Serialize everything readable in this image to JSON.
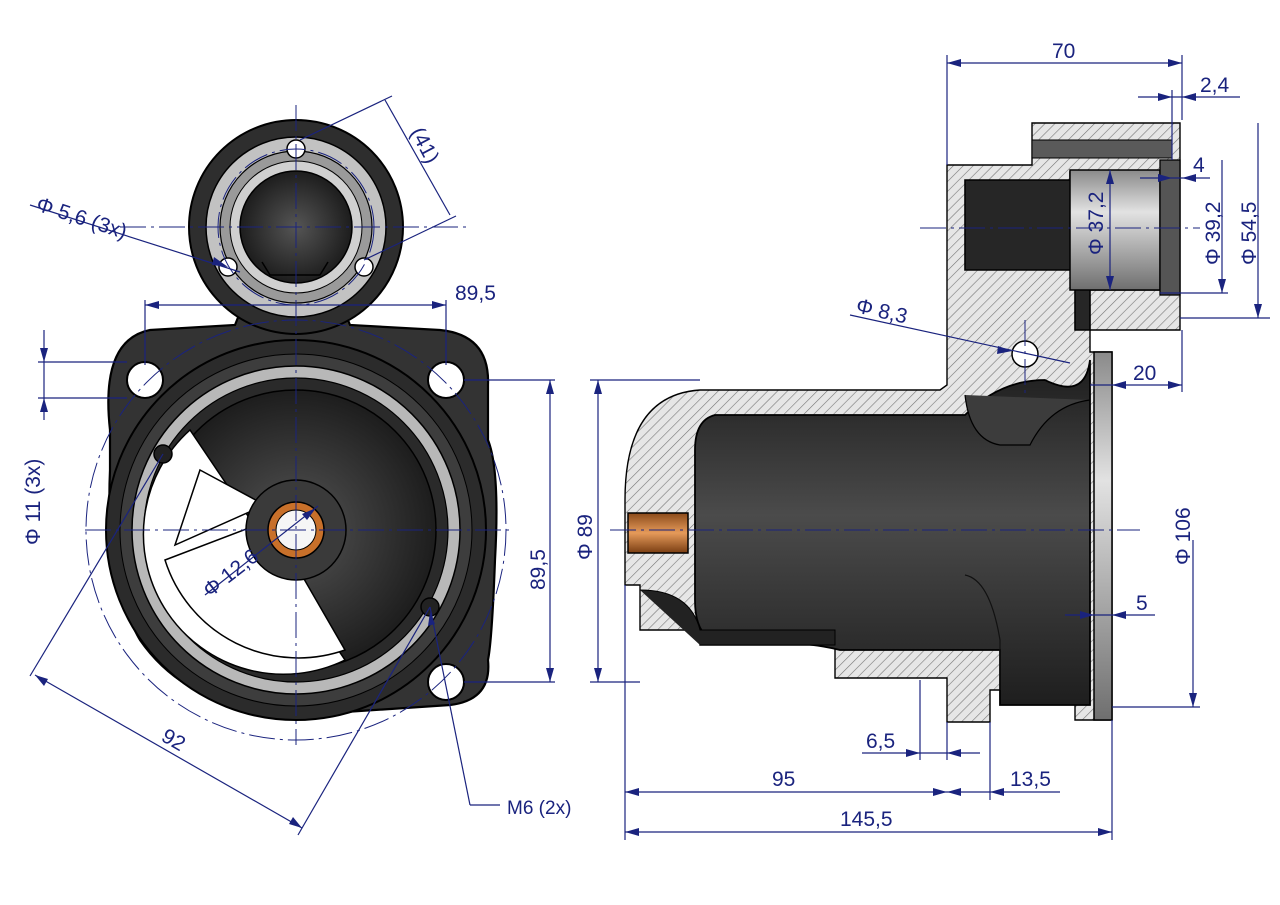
{
  "colors": {
    "dimension": "#1a237e",
    "body_dark": "#2b2b2b",
    "body_mid": "#4a4a4a",
    "body_light": "#bdbdbd",
    "bushing": "#c8702a",
    "hatch": "#888888"
  },
  "front_view": {
    "dim_hole_small": "Φ 5,6  (3x)",
    "dim_41": "(41)",
    "dim_89_5_horizontal": "89,5",
    "dim_89_5_vertical": "89,5",
    "dim_hole_mount": "Φ 11  (3x)",
    "dim_bore": "Φ 12,6",
    "dim_92": "92",
    "thread_callout": "M6 (2x)"
  },
  "side_view": {
    "dim_70": "70",
    "dim_2_4": "2,4",
    "dim_4": "4",
    "dim_dia_37_2": "Φ 37,2",
    "dim_dia_39_2": "Φ 39,2",
    "dim_dia_54_5": "Φ 54,5",
    "dim_dia_8_3": "Φ 8,3",
    "dim_20": "20",
    "dim_dia_89": "Φ 89",
    "dim_dia_106": "Φ 106",
    "dim_5": "5",
    "dim_6_5": "6,5",
    "dim_95": "95",
    "dim_13_5": "13,5",
    "dim_145_5": "145,5"
  }
}
